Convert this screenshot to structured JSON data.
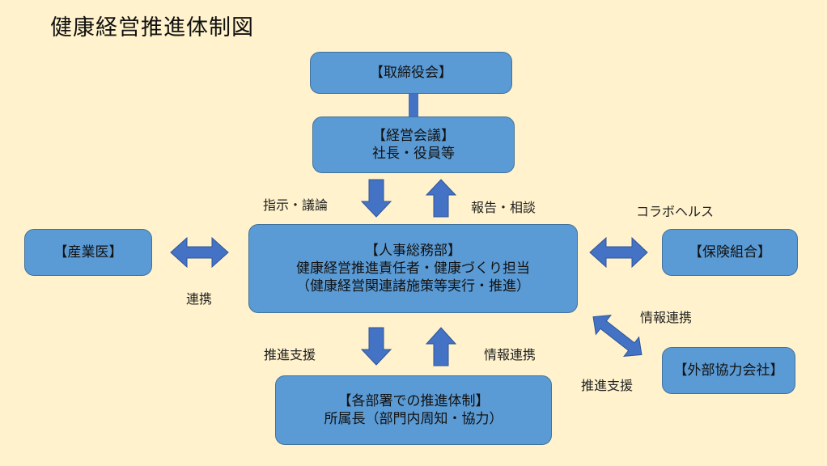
{
  "title": "健康経営推進体制図",
  "boxes": {
    "board": {
      "heading": "【取締役会】"
    },
    "management": {
      "heading": "【経営会議】",
      "sub": "社長・役員等"
    },
    "hr": {
      "heading": "【人事総務部】",
      "line2": "健康経営推進責任者・健康づくり担当",
      "line3": "（健康経営関連諸施策等実行・推進）"
    },
    "doctor": {
      "heading": "【産業医】"
    },
    "insurance": {
      "heading": "【保険組合】"
    },
    "partner": {
      "heading": "【外部協力会社】"
    },
    "departments": {
      "heading": "【各部署での推進体制】",
      "sub": "所属長（部門内周知・協力）"
    }
  },
  "labels": {
    "instruction": "指示・議論",
    "report": "報告・相談",
    "collab_health": "コラボヘルス",
    "cooperation": "連携",
    "info_sharing_right": "情報連携",
    "support_right": "推進支援",
    "support_bottom": "推進支援",
    "info_sharing_bottom": "情報連携"
  },
  "colors": {
    "background": "#fff2cc",
    "box_fill": "#5b9bd5",
    "arrow_fill": "#4472c4"
  }
}
